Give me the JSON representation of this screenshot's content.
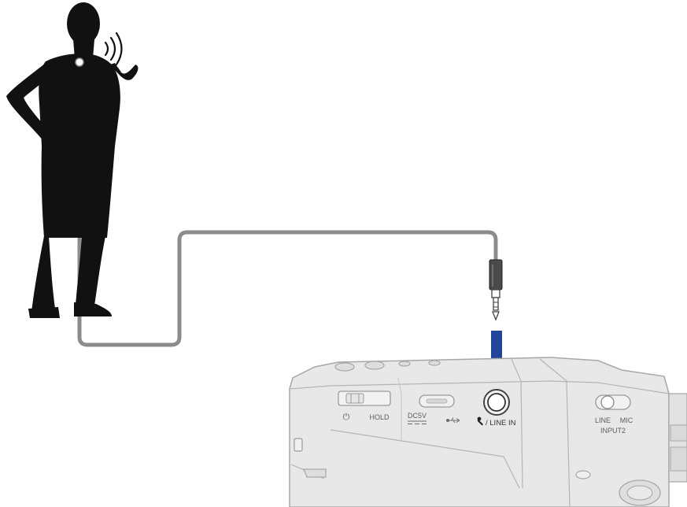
{
  "device": {
    "labels": {
      "power_symbol": "⏻",
      "hold": "HOLD",
      "dc5v": "DC5V",
      "line_in": "/ LINE IN",
      "line": "LINE",
      "mic": "MIC",
      "input2": "INPUT2"
    }
  },
  "icons": {
    "speaker": "person-speaking-icon",
    "sound": "sound-waves-icon",
    "lav_mic": "lavalier-mic-icon",
    "plug": "mini-plug-icon",
    "arrow": "insert-arrow-icon",
    "usb": "usb-icon",
    "mic_symbol": "microphone-icon"
  },
  "colors": {
    "silhouette": "#111111",
    "cable": "#8c8c8c",
    "arrow": "#22449a",
    "device_body": "#e8e8e8",
    "device_outline": "#a7a7a7",
    "label_text": "#5e5e5e"
  }
}
